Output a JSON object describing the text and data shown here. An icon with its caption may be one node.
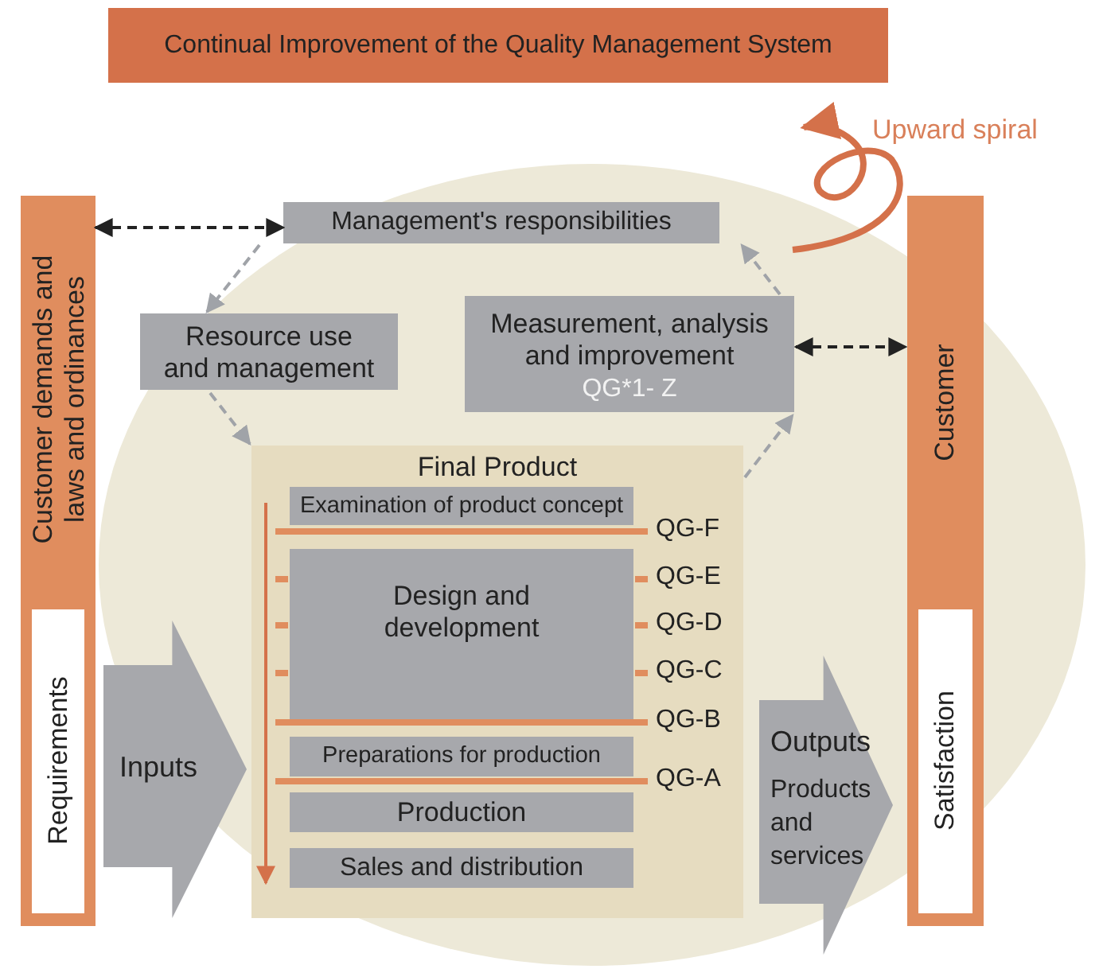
{
  "diagram": {
    "title": "Continual Improvement of the Quality Management System",
    "nodes": [
      {
        "text": [
          "Customer demands and laws and ordinances"
        ]
      },
      {
        "text": [
          "Requirements"
        ],
        "in": 0
      },
      {
        "text": [
          "Customer"
        ]
      },
      {
        "text": [
          "Satisfaction"
        ],
        "in": 2
      },
      {
        "text": [
          "Management's responsibilities"
        ]
      },
      {
        "text": [
          "Resource use and management"
        ]
      },
      {
        "text": [
          "Measurement, analysis and improvement",
          "QG*1- Z"
        ]
      },
      {
        "text": [
          "Final Product"
        ]
      },
      {
        "text": [
          "Examination of product concept"
        ],
        "in": 7
      },
      {
        "text": [
          "Design and development"
        ],
        "in": 7
      },
      {
        "text": [
          "Preparations for production"
        ],
        "in": 7
      },
      {
        "text": [
          "Production"
        ],
        "in": 7
      },
      {
        "text": [
          "Sales and distribution"
        ],
        "in": 7
      }
    ],
    "edges": [
      {
        "from": 0,
        "to": 4,
        "arrow": "both",
        "style": "dashed",
        "color": "#222222"
      },
      {
        "from": 4,
        "to": 5,
        "arrow": "to",
        "style": "dashed"
      },
      {
        "from": 5,
        "to": 7,
        "arrow": "to",
        "style": "dashed"
      },
      {
        "from": 7,
        "to": 6,
        "arrow": "to",
        "style": "dashed"
      },
      {
        "from": 6,
        "to": 4,
        "arrow": "to",
        "style": "dashed"
      },
      {
        "from": 6,
        "to": 2,
        "arrow": "both",
        "style": "dashed",
        "color": "#222222"
      },
      {
        "from": 1,
        "to": 7,
        "arrow": "to",
        "label": "Inputs",
        "style": "thick"
      },
      {
        "from": 7,
        "to": 3,
        "arrow": "to",
        "label": "Outputs",
        "style": "thick"
      }
    ],
    "labels": [
      "Upward spiral",
      "QG-F",
      "QG-E",
      "QG-D",
      "QG-C",
      "QG-B",
      "QG-A",
      "Products and services"
    ]
  }
}
